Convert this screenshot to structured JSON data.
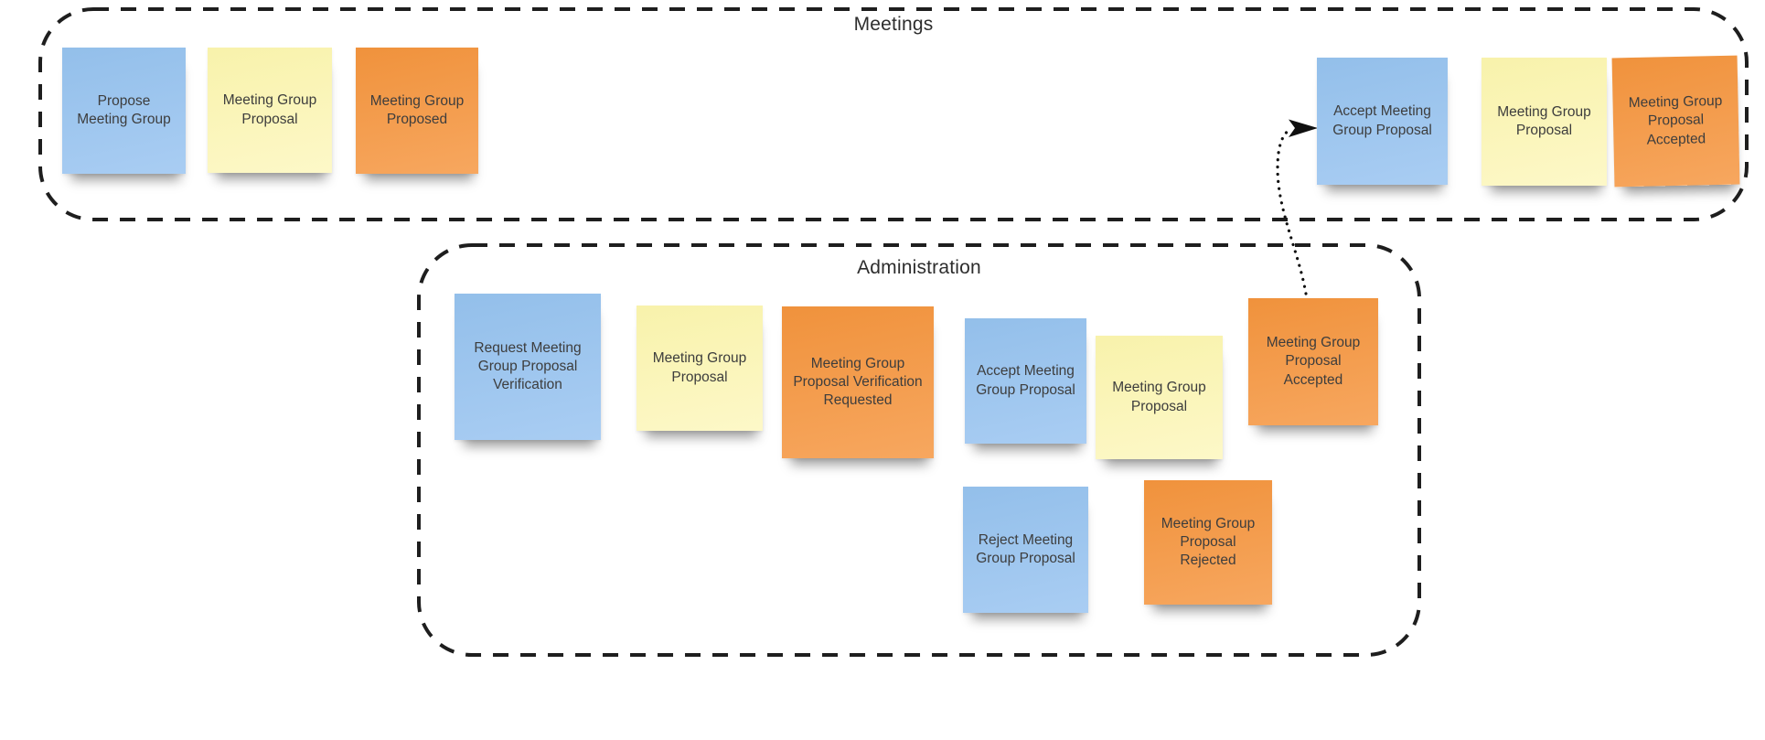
{
  "colors": {
    "canvas-bg": "#ffffff",
    "frame-border": "#1e1e1e",
    "frame-title-text": "#2d2d2d",
    "note-text": "#3d3d3d",
    "note-blue-a": "#93bfea",
    "note-blue-b": "#a9cdf3",
    "note-yellow-a": "#f8f2ab",
    "note-yellow-b": "#fdf8c8",
    "note-orange-a": "#f0923c",
    "note-orange-b": "#f7a75f",
    "connector-color": "#101010"
  },
  "frames": [
    {
      "title": "Meetings"
    },
    {
      "title": "Administration"
    }
  ],
  "notes": {
    "meetings": [
      {
        "label": "Propose Meeting Group",
        "color": "blue"
      },
      {
        "label": "Meeting Group Proposal",
        "color": "yellow"
      },
      {
        "label": "Meeting Group Proposed",
        "color": "orange"
      },
      {
        "label": "Accept Meeting Group Proposal",
        "color": "blue"
      },
      {
        "label": "Meeting Group Proposal",
        "color": "yellow"
      },
      {
        "label": "Meeting Group Proposal Accepted",
        "color": "orange"
      }
    ],
    "administration": [
      {
        "label": "Request Meeting Group Proposal Verification",
        "color": "blue"
      },
      {
        "label": "Meeting Group Proposal",
        "color": "yellow"
      },
      {
        "label": "Meeting Group Proposal Verification Requested",
        "color": "orange"
      },
      {
        "label": "Accept Meeting Group Proposal",
        "color": "blue"
      },
      {
        "label": "Meeting Group Proposal",
        "color": "yellow"
      },
      {
        "label": "Meeting Group Proposal Accepted",
        "color": "orange"
      },
      {
        "label": "Reject Meeting Group Proposal",
        "color": "blue"
      },
      {
        "label": "Meeting Group Proposal Rejected",
        "color": "orange"
      }
    ]
  },
  "connector": {
    "type": "dotted-arrow",
    "from": "Meeting Group Proposal Accepted (Administration)",
    "to": "Accept Meeting Group Proposal (Meetings)"
  }
}
